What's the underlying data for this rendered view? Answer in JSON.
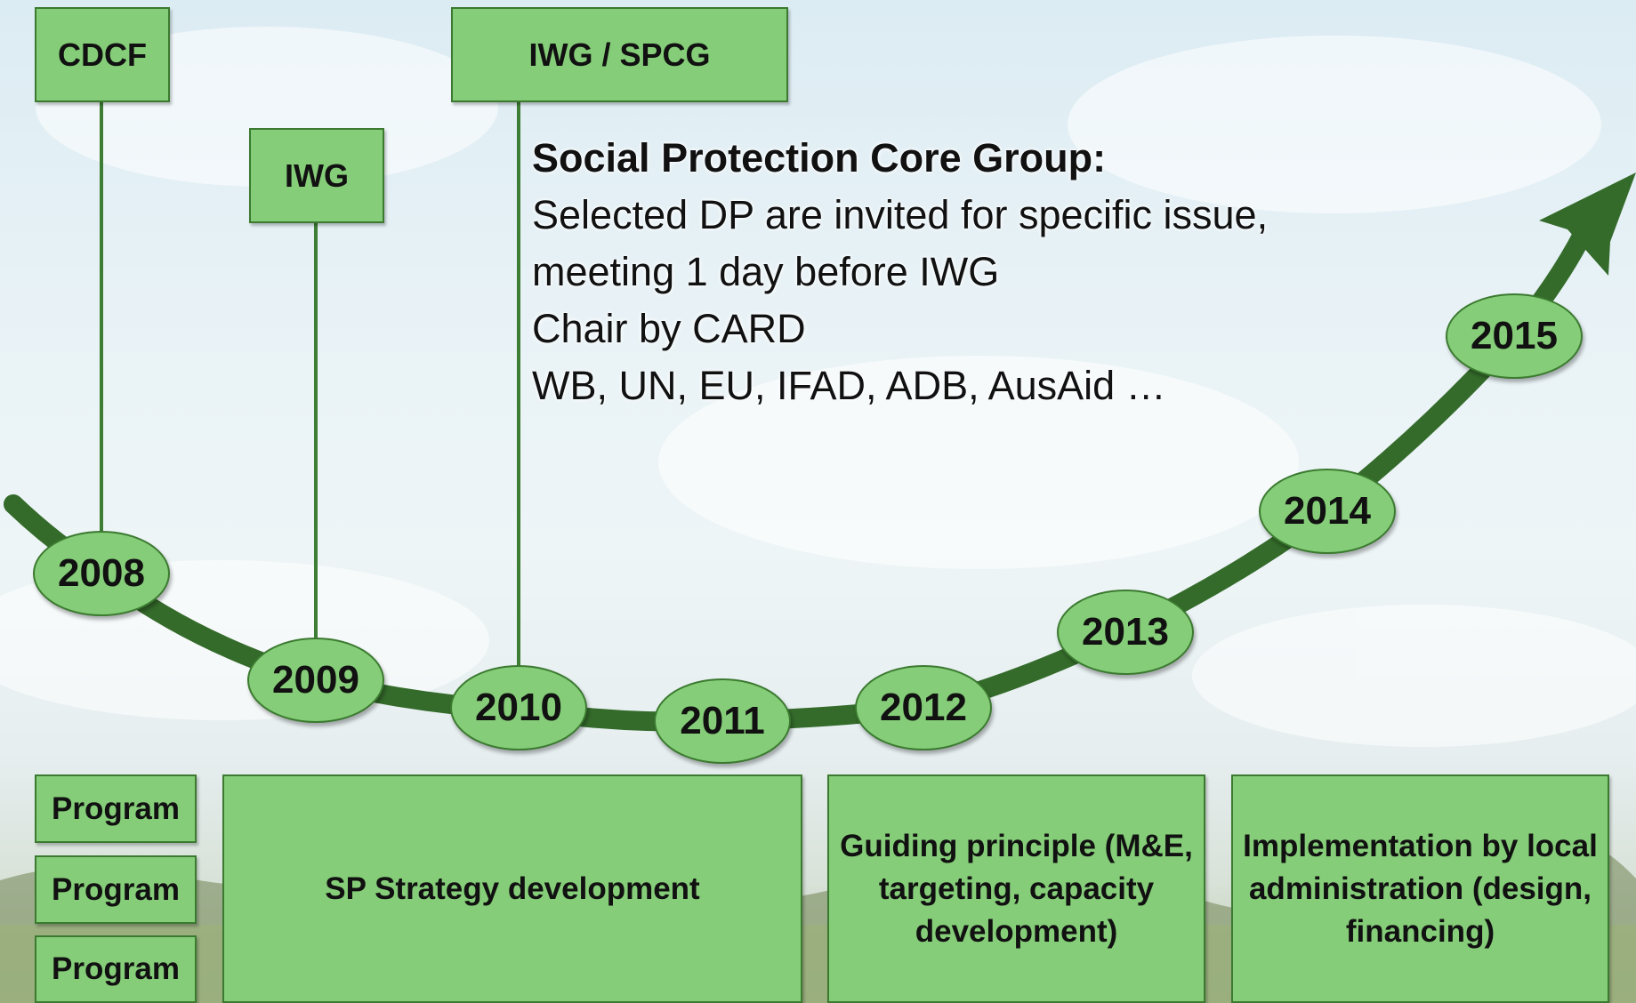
{
  "colors": {
    "box_fill": "#85cd78",
    "box_border": "#3b7a30",
    "curve": "#346b2a",
    "connector": "#3e7d34"
  },
  "top_boxes": {
    "cdcf": "CDCF",
    "iwg": "IWG",
    "iwg_spcg": "IWG / SPCG"
  },
  "core_group": {
    "heading": "Social Protection Core Group:",
    "lines": [
      "Selected DP are invited for specific issue,",
      "meeting 1 day before IWG",
      "Chair by CARD",
      "WB, UN, EU, IFAD, ADB, AusAid …"
    ]
  },
  "years": [
    "2008",
    "2009",
    "2010",
    "2011",
    "2012",
    "2013",
    "2014",
    "2015"
  ],
  "program_boxes": [
    "Program",
    "Program",
    "Program"
  ],
  "phase_boxes": [
    "SP Strategy development",
    "Guiding principle (M&E, targeting, capacity development)",
    "Implementation by local administration (design, financing)"
  ]
}
